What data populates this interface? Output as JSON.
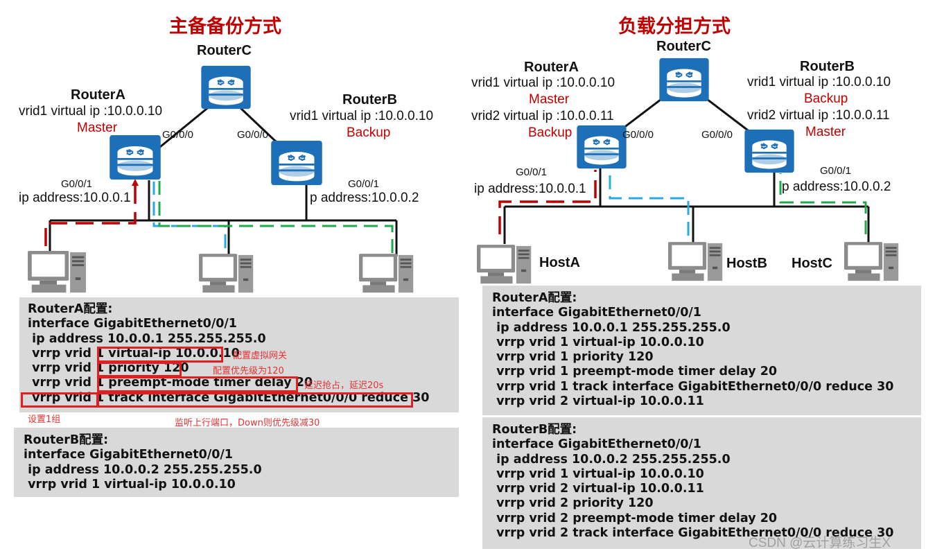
{
  "left": {
    "title": "主备备份方式",
    "routerC": {
      "name": "RouterC"
    },
    "routerA": {
      "name": "RouterA",
      "vip": "vrid1 virtual ip :10.0.0.10",
      "role": "Master",
      "uplink_port": "G0/0/0",
      "downlink_port": "G0/0/1",
      "ip": "ip address:10.0.0.1"
    },
    "routerB": {
      "name": "RouterB",
      "vip": "vrid1 virtual ip :10.0.0.10",
      "role": "Backup",
      "uplink_port": "G0/0/0",
      "downlink_port": "G0/0/1",
      "ip": "p address:10.0.0.2"
    },
    "configA": {
      "lines": [
        "RouterA配置:",
        "interface GigabitEthernet0/0/1",
        " ip address 10.0.0.1 255.255.255.0",
        " vrrp vrid 1 virtual-ip 10.0.0.10",
        " vrrp vrid 1 priority 120",
        " vrrp vrid 1 preempt-mode timer delay 20",
        " vrrp vrid 1 track interface GigabitEthernet0/0/0 reduce 30"
      ],
      "notes": {
        "vip": "配置虚拟网关",
        "priority": "配置优先级为120",
        "preempt": "延迟抢占，延迟20s",
        "group": "设置1组",
        "track": "监听上行端口，Down则优先级减30"
      }
    },
    "configB": {
      "lines": [
        "RouterB配置:",
        "interface GigabitEthernet0/0/1",
        " ip address 10.0.0.2 255.255.255.0",
        " vrrp vrid 1 virtual-ip 10.0.0.10"
      ]
    }
  },
  "right": {
    "title": "负载分担方式",
    "routerC": {
      "name": "RouterC"
    },
    "routerA": {
      "name": "RouterA",
      "vip1": "vrid1 virtual ip :10.0.0.10",
      "role1": "Master",
      "vip2": "vrid2 virtual ip :10.0.0.11",
      "role2": "Backup",
      "uplink_port": "G0/0/0",
      "downlink_port": "G0/0/1",
      "ip": "ip address:10.0.0.1"
    },
    "routerB": {
      "name": "RouterB",
      "vip1": "vrid1 virtual ip :10.0.0.10",
      "role1": "Backup",
      "vip2": "vrid2 virtual ip :10.0.0.11",
      "role2": "Master",
      "uplink_port": "G0/0/0",
      "downlink_port": "G0/0/1",
      "ip": "p address:10.0.0.2"
    },
    "hosts": [
      "HostA",
      "HostB",
      "HostC"
    ],
    "configA": {
      "lines": [
        "RouterA配置:",
        "interface GigabitEthernet0/0/1",
        " ip address 10.0.0.1 255.255.255.0",
        " vrrp vrid 1 virtual-ip 10.0.0.10",
        " vrrp vrid 1 priority 120",
        " vrrp vrid 1 preempt-mode timer delay 20",
        " vrrp vrid 1 track interface GigabitEthernet0/0/0 reduce 30",
        " vrrp vrid 2 virtual-ip 10.0.0.11"
      ]
    },
    "configB": {
      "lines": [
        "RouterB配置:",
        "interface GigabitEthernet0/0/1",
        " ip address 10.0.0.2 255.255.255.0",
        " vrrp vrid 1 virtual-ip 10.0.0.10",
        " vrrp vrid 2 virtual-ip 10.0.0.11",
        " vrrp vrid 2 priority 120",
        " vrrp vrid 2 preempt-mode timer delay 20",
        " vrrp vrid 2 track interface GigabitEthernet0/0/0 reduce 30"
      ]
    }
  },
  "watermark": "CSDN @云计算练习生X",
  "colors": {
    "title": "#c00000",
    "router": "#1d6fb8",
    "master_path": "#c00000",
    "host_b_path": "#27a9e1",
    "host_c_path": "#1faa4a",
    "panel": "#d9d9d9",
    "highlight": "#e02020"
  }
}
